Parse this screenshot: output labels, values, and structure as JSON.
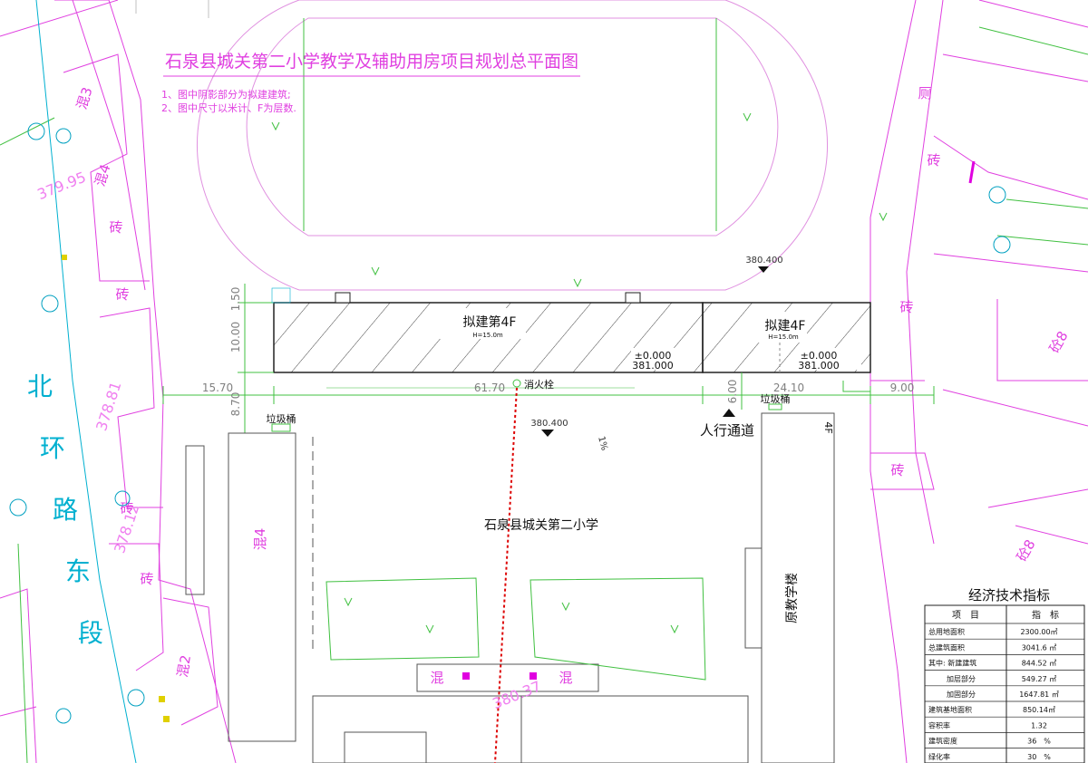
{
  "title": "石泉县城关第二小学教学及辅助用房项目规划总平面图",
  "notes": [
    "1、图中阴影部分为拟建建筑;",
    "2、图中尺寸以米计、F为层数."
  ],
  "buildings": {
    "new_west": {
      "label": "拟建第4F",
      "height": "H=15.0m",
      "elev_design": "±0.000",
      "elev_abs": "381.000"
    },
    "new_east": {
      "label": "拟建4F",
      "height": "H=15.0m",
      "elev_design": "±0.000",
      "elev_abs": "381.000"
    },
    "existing_teaching": {
      "label": "原教学楼",
      "floors": "4F"
    },
    "school": "石泉县城关第二小学"
  },
  "dimensions": {
    "d_1_50": "1.50",
    "d_10_00": "10.00",
    "d_8_70": "8.70",
    "d_15_70": "15.70",
    "d_61_70": "61.70",
    "d_6_00": "6.00",
    "d_24_10": "24.10",
    "d_9_00": "9.00"
  },
  "elevations": {
    "e1": "380.400",
    "e2": "380.400",
    "e3": "379.95",
    "e4": "378.81",
    "e5": "378.12",
    "e6": "380.37"
  },
  "labels": {
    "hydrant": "消火栓",
    "trash_west": "垃圾桶",
    "trash_east": "垃圾桶",
    "pedestrian": "人行通道",
    "road": [
      "北",
      "环",
      "路",
      "东",
      "段"
    ],
    "slope": "1%",
    "hun3": "混3",
    "hun4a": "混4",
    "hun4b": "混4",
    "hun2": "混2",
    "zhuan": "砖",
    "ce": "厕",
    "tong": "砼8",
    "hun": "混"
  },
  "econ_table": {
    "title": "经济技术指标",
    "headers": [
      "项　目",
      "指　标"
    ],
    "rows": [
      {
        "item": "总用地面积",
        "value": "2300.00㎡"
      },
      {
        "item": "总建筑面积",
        "value": "3041.6 ㎡"
      },
      {
        "item": "其中: 新建建筑",
        "value": "844.52 ㎡"
      },
      {
        "item": "加层部分",
        "value": "549.27 ㎡"
      },
      {
        "item": "加固部分",
        "value": "1647.81 ㎡"
      },
      {
        "item": "建筑基地面积",
        "value": "850.14㎡"
      },
      {
        "item": "容积率",
        "value": "1.32"
      },
      {
        "item": "建筑密度",
        "value": "36　%"
      },
      {
        "item": "绿化率",
        "value": "30　%"
      }
    ]
  },
  "colors": {
    "property_line": "#e040e0",
    "grass_line": "#40c040",
    "road_label": "#00b0d0",
    "fire_line": "#dd0000"
  }
}
